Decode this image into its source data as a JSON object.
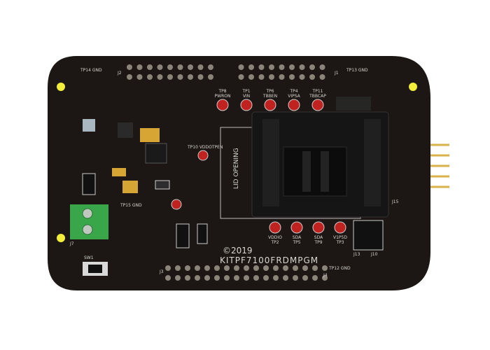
{
  "board": {
    "copyright": "©2019",
    "part_number": "KITPF7100FRDMPGM",
    "socket_label": "LID OPENING",
    "colors": {
      "pcb": "#1c1715",
      "terminal": "#3aa64a",
      "testpoint": "#c0231f",
      "pins": "#d9b24a",
      "socket": "#151515"
    }
  },
  "test_points_top": [
    {
      "id": "TP8",
      "name": "PWRON"
    },
    {
      "id": "TP1",
      "name": "VIN"
    },
    {
      "id": "TP6",
      "name": "TBBEN"
    },
    {
      "id": "TP4",
      "name": "VIPSA"
    },
    {
      "id": "TP11",
      "name": "TBBCAP"
    }
  ],
  "test_points_bottom": [
    {
      "id": "TP2",
      "name": "VDDIO"
    },
    {
      "id": "TP5",
      "name": "SDA"
    },
    {
      "id": "TP9",
      "name": "SDA"
    },
    {
      "id": "TP3",
      "name": "V1P5D"
    }
  ],
  "labels": {
    "tp14": "TP14 GND",
    "tp13": "TP13 GND",
    "tp15": "TP15 GND",
    "tp12": "TP12 GND",
    "tp10": "TP10 VDDOTPEN",
    "j1": "J1",
    "j2": "J2",
    "j3": "J3",
    "j4": "J4",
    "j7": "J7",
    "j10": "J10",
    "j13": "J13",
    "j15": "J15",
    "sw1": "SW1"
  }
}
